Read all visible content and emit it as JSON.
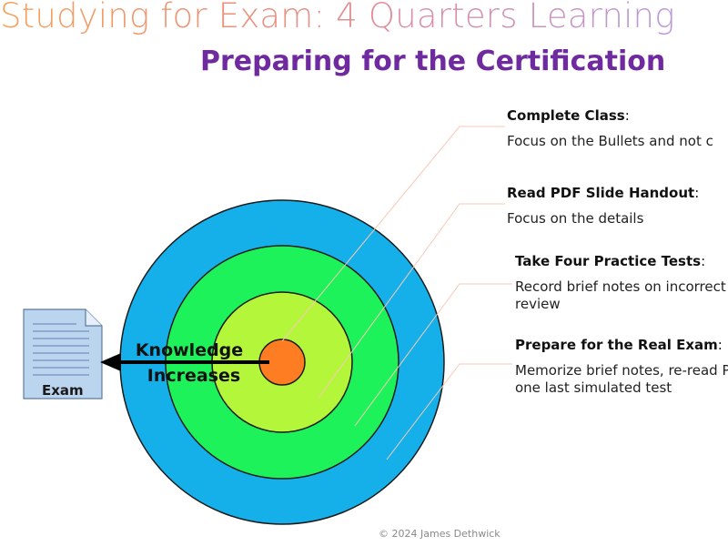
{
  "title": "Studying for Exam: 4 Quarters Learning",
  "subtitle": "Preparing for the Certification",
  "steps": [
    {
      "heading": "Complete Class",
      "suffix": ":",
      "description": "Focus on the Bullets and not c"
    },
    {
      "heading": "Read PDF Slide Handout",
      "suffix": ":",
      "description": "Focus on the details"
    },
    {
      "heading": "Take Four Practice Tests",
      "suffix": ":",
      "description_lines": [
        "Record brief notes on incorrect",
        "review"
      ]
    },
    {
      "heading": "Prepare for the Real Exam",
      "suffix": ":",
      "description_lines": [
        "Memorize brief notes, re-read P",
        "one last simulated test"
      ]
    }
  ],
  "target": {
    "arrow_label_line1": "Knowledge",
    "arrow_label_line2": "Increases",
    "ring_colors": [
      "#15b0ea",
      "#1ef25a",
      "#b4f63a",
      "#ff7d22"
    ]
  },
  "document": {
    "label": "Exam",
    "icon": "document-icon"
  },
  "footer": "©     2024 James Dethwick"
}
